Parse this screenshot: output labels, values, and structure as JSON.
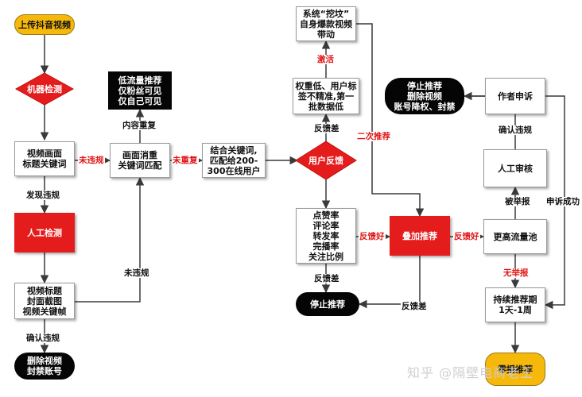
{
  "nodes": {
    "upload": "上传抖音视频",
    "machine_check": "机器检测",
    "video_keywords": "视频画面\n标题关键词",
    "manual_check": "人工检测",
    "manual_items": "视频标题\n封面截图\n视频关键帧",
    "delete_ban": "删除视频\n封禁账号",
    "dedup": "画面消重\n关键词匹配",
    "low_traffic": "低流量推荐\n仅粉丝可见\n仅自己可见",
    "match_users": "结合关键词,\n匹配给200-\n300在线用户",
    "user_feedback": "用户反馈",
    "metrics": "点赞率\n评论率\n转发率\n完播率\n关注比例",
    "stop1": "停止推荐",
    "low_weight": "权重低、用户标\n签不精准,第一\n批数据低",
    "dig_out": "系统“挖坟”\n自身爆款视频\n带动",
    "boost": "叠加推荐",
    "higher_pool": "更高流量池",
    "manual_review": "人工审核",
    "author_appeal": "作者申诉",
    "stop_delete": "停止推荐\n删除视频\n账号降权、封禁",
    "continuous": "持续推荐期\n1天-1周",
    "zero_play": "零播推荐"
  },
  "labels": {
    "no_violation1": "未违规",
    "found_violation": "发现违规",
    "no_violation2": "未违规",
    "confirm_violation1": "确认违规",
    "content_duplicate": "内容重复",
    "no_duplicate": "未重复",
    "bad_feedback1": "反馈差",
    "activate": "激活",
    "second_push": "二次推荐",
    "good_feedback1": "反馈好",
    "good_feedback2": "反馈好",
    "bad_feedback2": "反馈差",
    "bad_feedback3": "反馈差",
    "no_report": "无举报",
    "reported": "被举报",
    "confirm_violation2": "确认违规",
    "appeal_success": "申诉成功"
  },
  "watermark": "知乎 @隔壁电商老王",
  "colors": {
    "red": "#e51c1c",
    "black": "#050505",
    "gold": "#f6b80a",
    "label_red": "#e11515",
    "line": "#3a3a3a"
  }
}
